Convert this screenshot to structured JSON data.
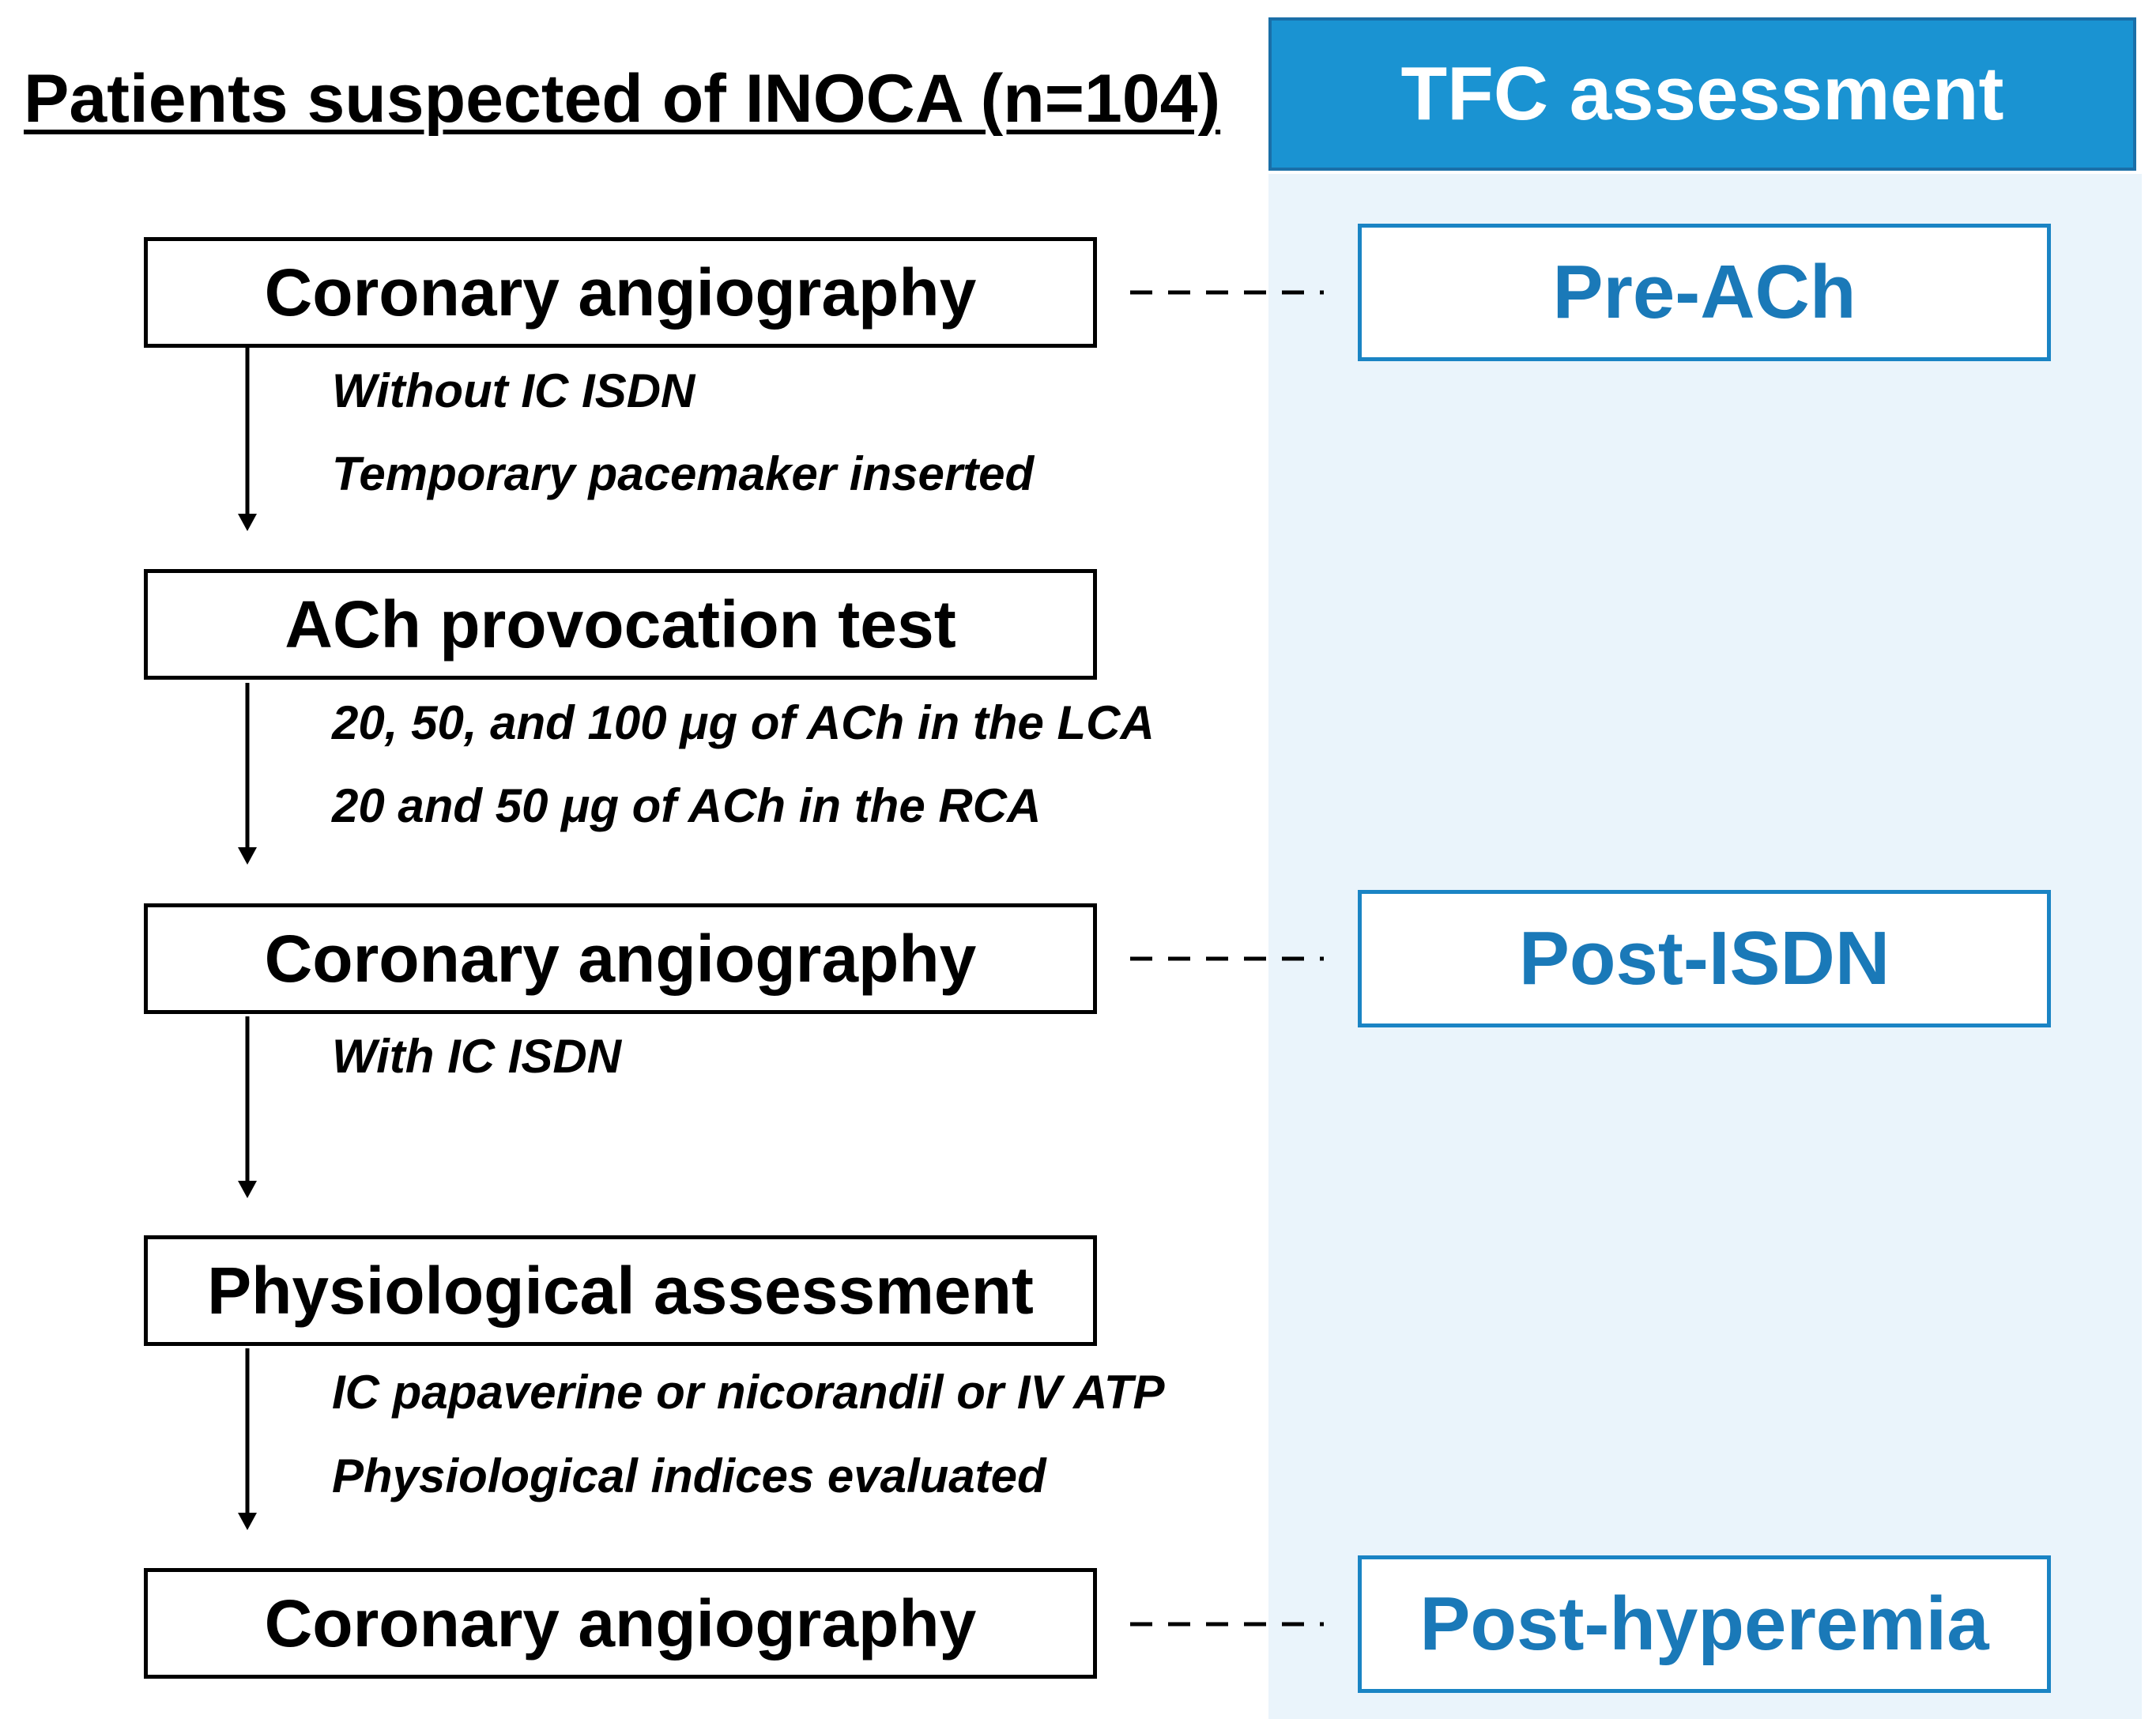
{
  "title": "Patients suspected of INOCA (n=104)",
  "panel": {
    "header": "TFC assessment"
  },
  "steps": [
    {
      "label": "Coronary angiography",
      "notes": [
        "Without IC ISDN",
        "Temporary pacemaker inserted"
      ]
    },
    {
      "label": "ACh provocation test",
      "notes": [
        "20, 50, and 100 μg of ACh in the LCA",
        "20 and 50 μg of ACh in the RCA"
      ]
    },
    {
      "label": "Coronary angiography",
      "notes": [
        "With IC ISDN"
      ]
    },
    {
      "label": "Physiological assessment",
      "notes": [
        "IC papaverine or nicorandil or IV ATP",
        "Physiological indices evaluated"
      ]
    },
    {
      "label": "Coronary angiography",
      "notes": []
    }
  ],
  "stages": [
    {
      "label": "Pre-ACh"
    },
    {
      "label": "Post-ISDN"
    },
    {
      "label": "Post-hyperemia"
    }
  ],
  "colors": {
    "header_fill": "#1a93d2",
    "panel_fill": "#eaf4fb",
    "stage_text": "#1a79b8",
    "stage_border": "#1a84c4"
  }
}
